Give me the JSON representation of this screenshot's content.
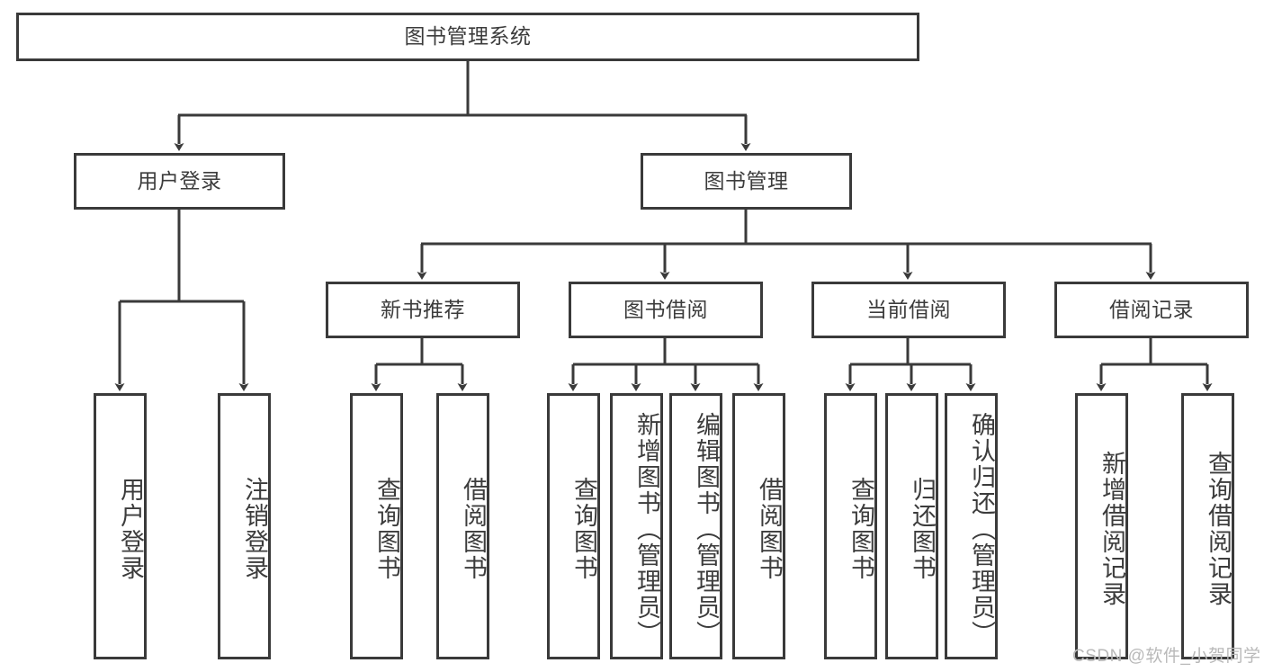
{
  "diagram": {
    "title": "图书管理系统",
    "type": "hierarchy-tree",
    "watermark": "CSDN @软件_小贺同学",
    "colors": {
      "box_border": "#3a3a3a",
      "box_fill": "#ffffff",
      "text": "#3c3c3c",
      "edge": "#3a3a3a",
      "watermark": "#b9b9b9",
      "background": "#ffffff"
    },
    "levels": {
      "level1": [
        {
          "id": "root",
          "label": "图书管理系统",
          "orientation": "horizontal"
        }
      ],
      "level2": [
        {
          "id": "user-login",
          "label": "用户登录",
          "orientation": "horizontal"
        },
        {
          "id": "book-manage",
          "label": "图书管理",
          "orientation": "horizontal"
        }
      ],
      "level3": [
        {
          "id": "new-book-recommend",
          "label": "新书推荐",
          "orientation": "horizontal"
        },
        {
          "id": "book-borrow",
          "label": "图书借阅",
          "orientation": "horizontal"
        },
        {
          "id": "current-borrow",
          "label": "当前借阅",
          "orientation": "horizontal"
        },
        {
          "id": "borrow-record",
          "label": "借阅记录",
          "orientation": "horizontal"
        }
      ],
      "level4": [
        {
          "id": "leaf-user-login",
          "label": "用户登录",
          "orientation": "vertical",
          "parent": "user-login"
        },
        {
          "id": "leaf-logout",
          "label": "注销登录",
          "orientation": "vertical",
          "parent": "user-login"
        },
        {
          "id": "leaf-query-book-1",
          "label": "查询图书",
          "orientation": "vertical",
          "parent": "new-book-recommend"
        },
        {
          "id": "leaf-borrow-book-1",
          "label": "借阅图书",
          "orientation": "vertical",
          "parent": "new-book-recommend"
        },
        {
          "id": "leaf-query-book-2",
          "label": "查询图书",
          "orientation": "vertical",
          "parent": "book-borrow"
        },
        {
          "id": "leaf-add-book",
          "label": "新增图书（管理员）",
          "orientation": "vertical",
          "parent": "book-borrow"
        },
        {
          "id": "leaf-edit-book",
          "label": "编辑图书（管理员）",
          "orientation": "vertical",
          "parent": "book-borrow"
        },
        {
          "id": "leaf-borrow-book-2",
          "label": "借阅图书",
          "orientation": "vertical",
          "parent": "book-borrow"
        },
        {
          "id": "leaf-query-book-3",
          "label": "查询图书",
          "orientation": "vertical",
          "parent": "current-borrow"
        },
        {
          "id": "leaf-return-book",
          "label": "归还图书",
          "orientation": "vertical",
          "parent": "current-borrow"
        },
        {
          "id": "leaf-confirm-return",
          "label": "确认归还（管理员）",
          "orientation": "vertical",
          "parent": "current-borrow"
        },
        {
          "id": "leaf-add-record",
          "label": "新增借阅记录",
          "orientation": "vertical",
          "parent": "borrow-record"
        },
        {
          "id": "leaf-query-record",
          "label": "查询借阅记录",
          "orientation": "vertical",
          "parent": "borrow-record"
        }
      ]
    }
  }
}
